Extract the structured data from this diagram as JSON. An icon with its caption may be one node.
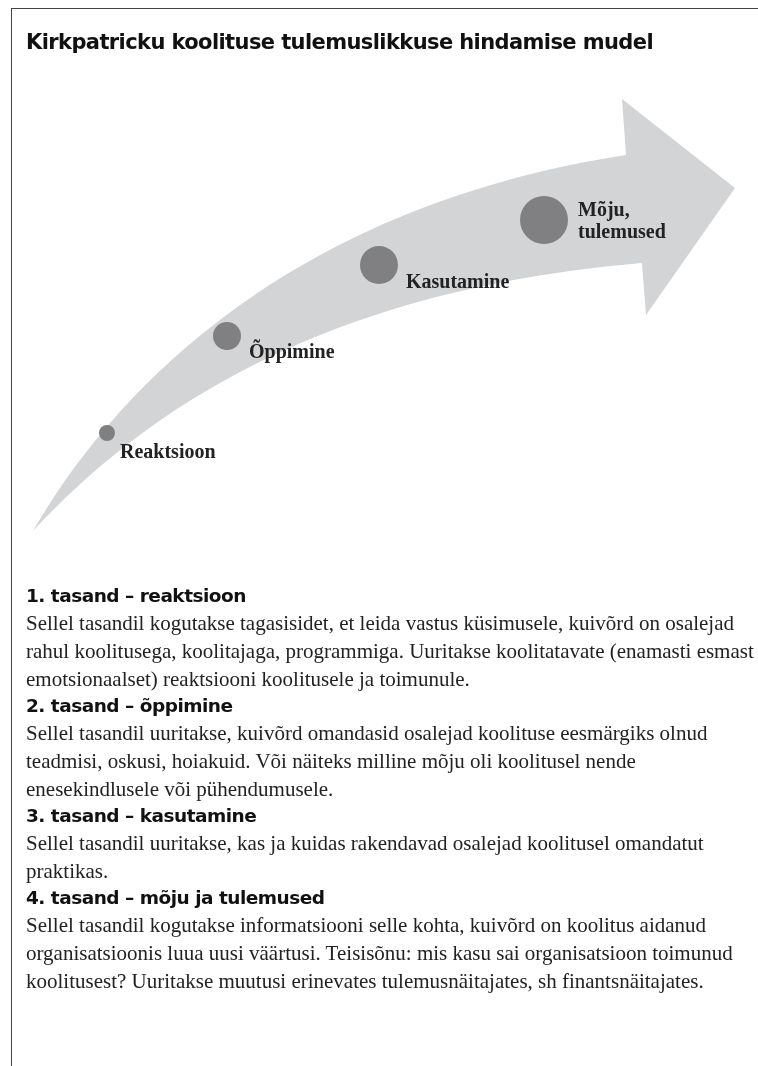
{
  "diagram": {
    "title": "Kirkpatricku koolituse tulemuslikkuse hindamise mudel",
    "nodes": [
      {
        "text": [],
        "shape": "circle",
        "beside": [
          "Reaktsioon"
        ]
      },
      {
        "text": [],
        "shape": "circle",
        "beside": [
          "Õppimine"
        ]
      },
      {
        "text": [],
        "shape": "circle",
        "beside": [
          "Kasutamine"
        ]
      },
      {
        "text": [],
        "shape": "circle",
        "beside": [
          "Mõju, tulemused"
        ]
      }
    ],
    "labels": [
      "1. tasand – reaktsioon",
      "Sellel tasandil kogutakse tagasisidet, et leida vastus küsimusele, kuivõrd on osalejad rahul koolitusega, koolitajaga, programmiga. Uuritakse koolitatavate (enamasti esmast emotsionaalset) reaktsiooni koolitusele ja toimunule.",
      "2. tasand – õppimine",
      "Sellel tasandil uuritakse, kuivõrd omandasid osalejad koolituse eesmärgiks olnud teadmisi, oskusi, hoiakuid. Või näiteks milline mõju oli koolitusel nende enesekindlusele või pühendumusele.",
      "3. tasand – kasutamine",
      "Sellel tasandil uuritakse, kas ja kuidas rakendavad osalejad koolitusel omandatut praktikas.",
      "4. tasand – mõju ja tulemused",
      "Sellel tasandil kogutakse informatsiooni selle kohta, kuivõrd on koolitus aidanud organisatsioonis luua uusi väärtusi. Teisisõnu: mis kasu sai organisatsioon toimunud koolitusest? Uuritakse muutusi erinevates tulemusnäitajates, sh finantsnäitajates."
    ]
  }
}
